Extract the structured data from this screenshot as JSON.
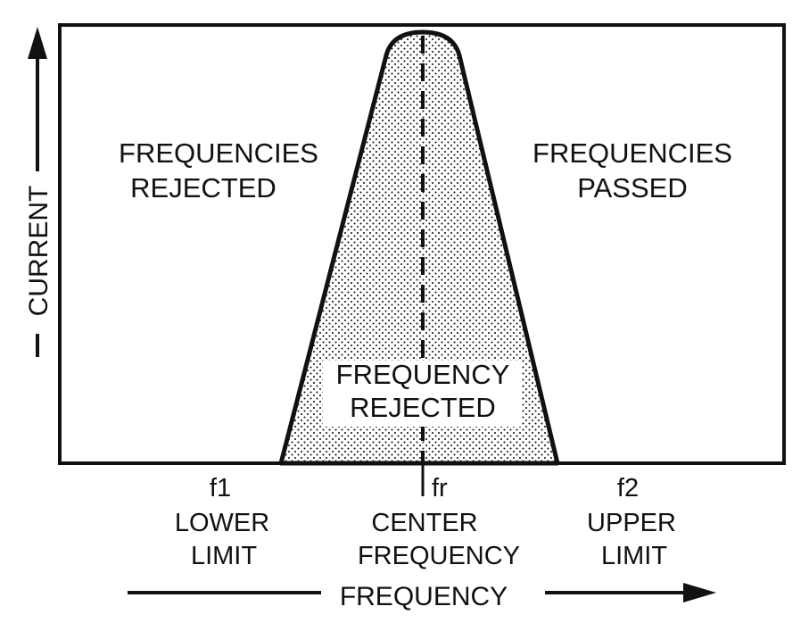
{
  "diagram": {
    "y_axis_label": "CURRENT",
    "x_axis_label": "FREQUENCY",
    "region_left": {
      "line1": "FREQUENCIES",
      "line2": "REJECTED"
    },
    "region_right": {
      "line1": "FREQUENCIES",
      "line2": "PASSED"
    },
    "region_center": {
      "line1": "FREQUENCY",
      "line2": "REJECTED"
    },
    "marker_f1": {
      "symbol": "f1",
      "line1": "LOWER",
      "line2": "LIMIT"
    },
    "marker_fr": {
      "symbol": "fr",
      "line1": "CENTER",
      "line2": "FREQUENCY"
    },
    "marker_f2": {
      "symbol": "f2",
      "line1": "UPPER",
      "line2": "LIMIT"
    },
    "colors": {
      "line": "#111111",
      "fill_dots": "#111111",
      "background": "#ffffff"
    }
  }
}
